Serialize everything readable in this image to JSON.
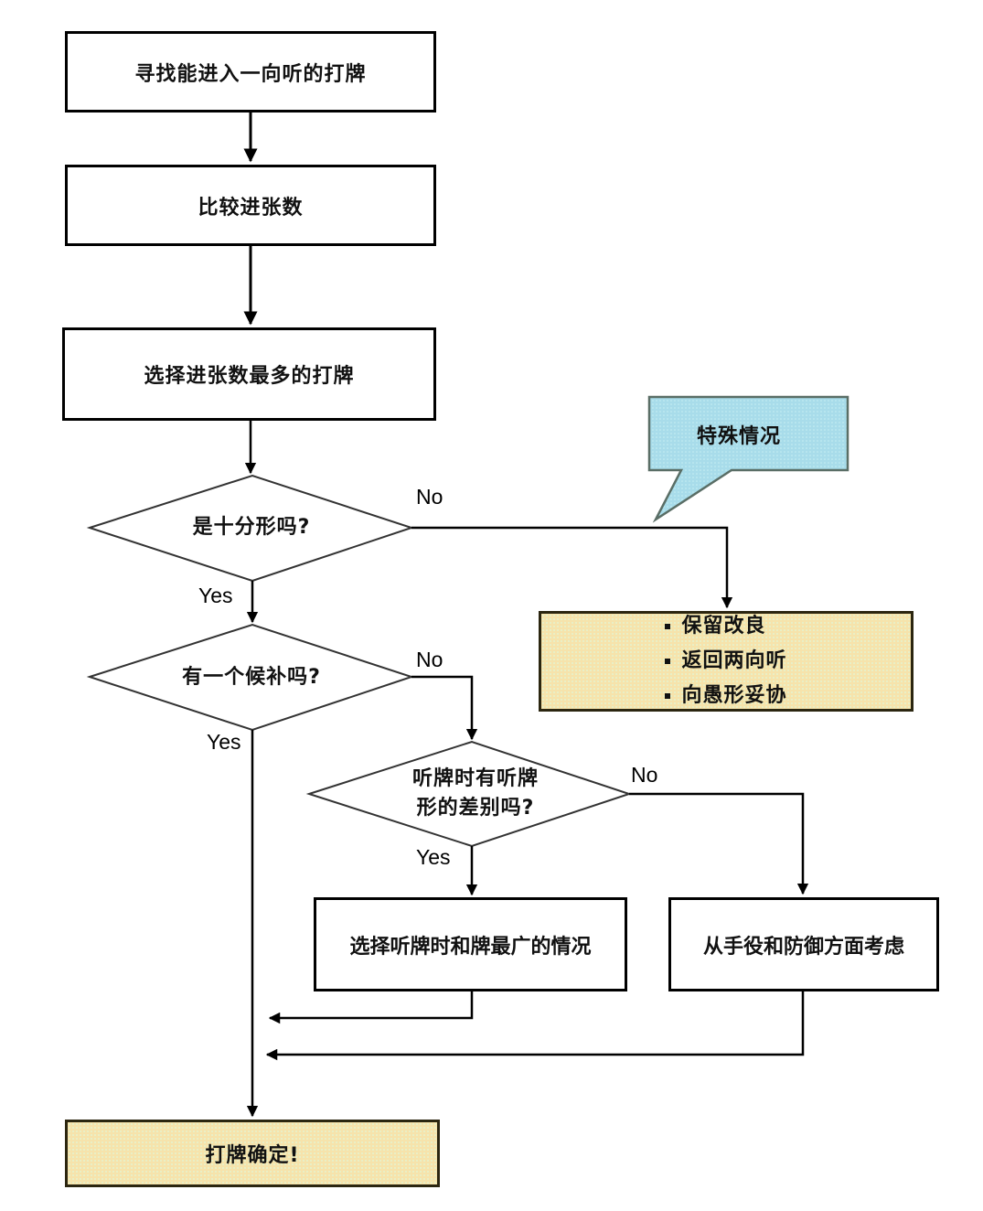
{
  "diagram": {
    "type": "flowchart",
    "nodes": {
      "step1": {
        "text": "寻找能进入一向听的打牌"
      },
      "step2": {
        "text": "比较进张数"
      },
      "step3": {
        "text": "选择进张数最多的打牌"
      },
      "decision1": {
        "text": "是十分形吗?"
      },
      "decision2": {
        "text": "有一个候补吗?"
      },
      "decision3": {
        "line1": "听牌时有听牌",
        "line2": "形的差别吗?"
      },
      "callout": {
        "text": "特殊情况"
      },
      "special_options": {
        "items": [
          "保留改良",
          "返回两向听",
          "向愚形妥协"
        ]
      },
      "option_yes": {
        "text": "选择听牌时和牌最广的情况"
      },
      "option_no": {
        "text": "从手役和防御方面考虑"
      },
      "final": {
        "text": "打牌确定!"
      }
    },
    "edge_labels": {
      "d1_no": "No",
      "d1_yes": "Yes",
      "d2_no": "No",
      "d2_yes": "Yes",
      "d3_no": "No",
      "d3_yes": "Yes"
    },
    "edges": [
      {
        "from": "step1",
        "to": "step2"
      },
      {
        "from": "step2",
        "to": "step3"
      },
      {
        "from": "step3",
        "to": "decision1"
      },
      {
        "from": "decision1",
        "to": "decision2",
        "label": "Yes"
      },
      {
        "from": "decision1",
        "to": "special_options",
        "label": "No"
      },
      {
        "from": "decision2",
        "to": "final",
        "label": "Yes"
      },
      {
        "from": "decision2",
        "to": "decision3",
        "label": "No"
      },
      {
        "from": "decision3",
        "to": "option_yes",
        "label": "Yes"
      },
      {
        "from": "decision3",
        "to": "option_no",
        "label": "No"
      },
      {
        "from": "option_yes",
        "to": "final"
      },
      {
        "from": "option_no",
        "to": "final"
      }
    ],
    "colors": {
      "line": "#000000",
      "callout_fill": "#a8dcea",
      "callout_border": "#5a6e66",
      "tan_fill": "#f6e3ab"
    }
  }
}
